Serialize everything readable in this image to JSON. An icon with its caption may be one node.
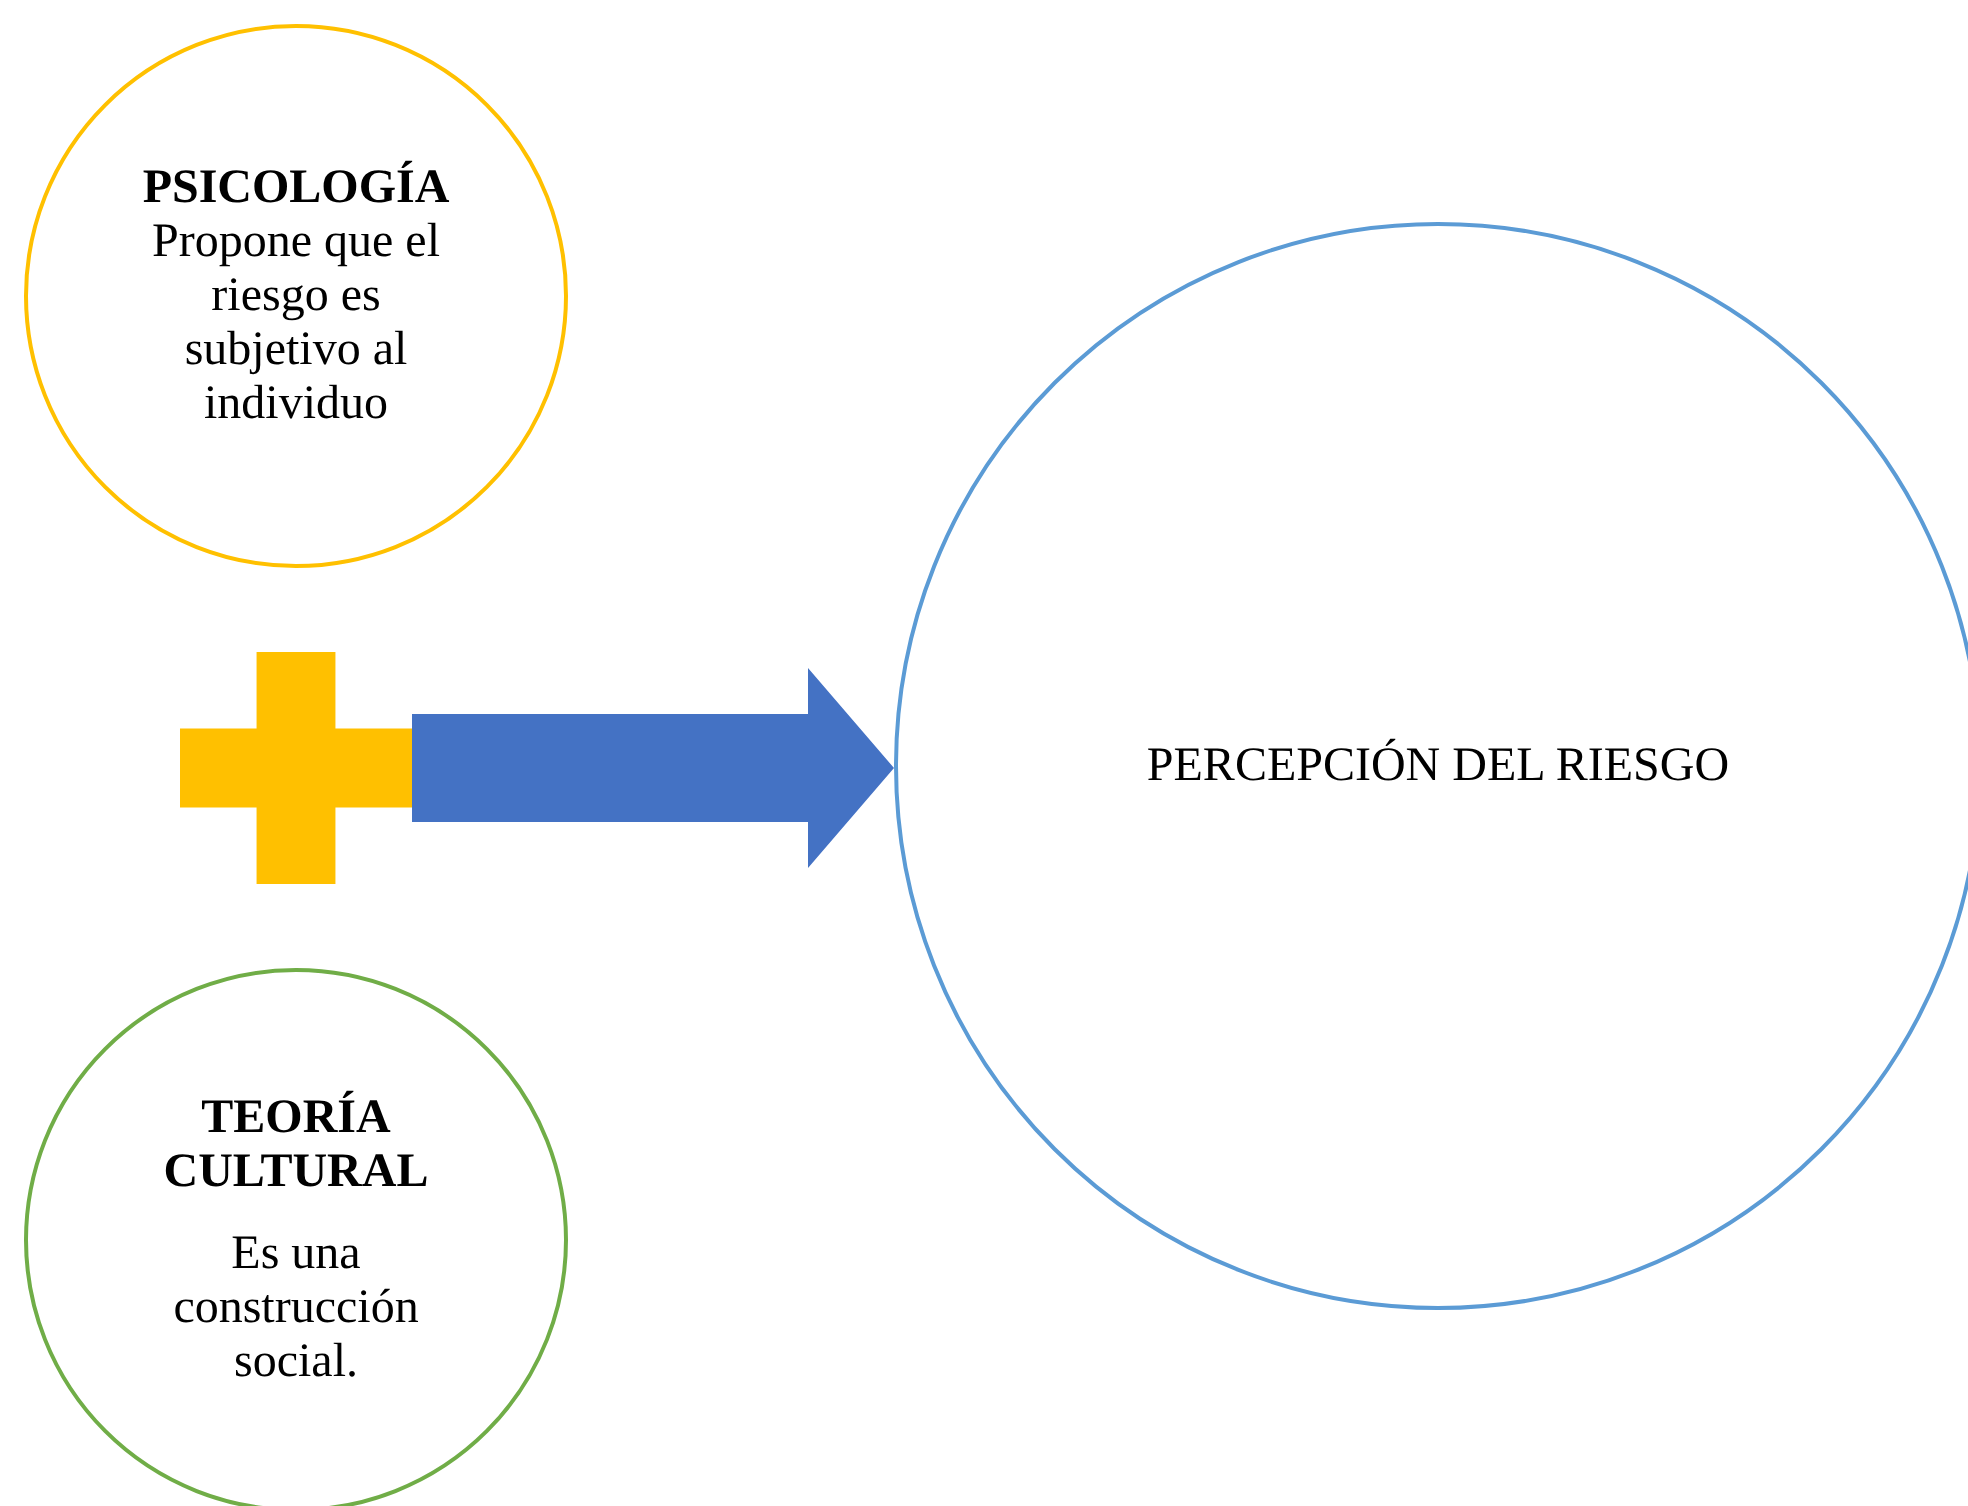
{
  "diagram": {
    "nodes": [
      {
        "text": [
          "PSICOLOGÍA",
          "Propone que el riesgo es subjetivo al individuo"
        ]
      },
      {
        "text": [],
        "shape": "cross"
      },
      {
        "text": [
          "TEORÍA CULTURAL",
          "Es una construcción social."
        ]
      },
      {
        "text": [
          "PERCEPCIÓN DEL RIESGO"
        ]
      }
    ],
    "edges": [
      {
        "from": 1,
        "to": 3,
        "arrow": "to"
      }
    ]
  }
}
